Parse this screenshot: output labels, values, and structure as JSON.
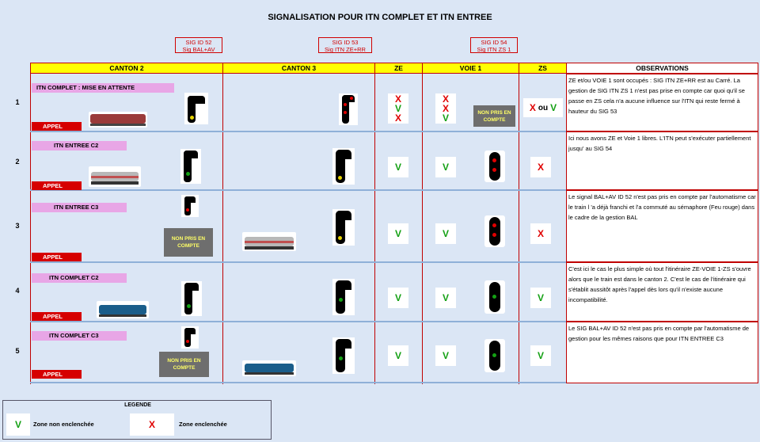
{
  "title": "SIGNALISATION POUR ITN COMPLET ET ITN ENTREE",
  "signal_ids": [
    {
      "line1": "SIG ID 52",
      "line2": "Sig BAL+AV"
    },
    {
      "line1": "SIG ID 53",
      "line2": "Sig ITN ZE+RR"
    },
    {
      "line1": "SIG ID 54",
      "line2": "Sig ITN ZS 1"
    }
  ],
  "headers": {
    "canton2": "CANTON 2",
    "canton3": "CANTON 3",
    "ze": "ZE",
    "voie1": "VOIE 1",
    "zs": "ZS",
    "observations": "OBSERVATIONS"
  },
  "colors": {
    "green": "#14a014",
    "red": "#e00000",
    "yellow": "#ffff00",
    "pink": "#e8a6e6",
    "appel": "#d60000"
  },
  "rows": [
    {
      "num": "1",
      "label": "ITN COMPLET : MISE EN ATTENTE",
      "appel": "APPEL",
      "ze": [
        "X",
        "V",
        "X"
      ],
      "voie": [
        "X",
        "X",
        "V"
      ],
      "zs_x": "X",
      "zs_ou": "ou",
      "zs_v": "V",
      "non_pris": "NON PRIS EN COMPTE",
      "obs": "ZE et/ou  VOIE 1 sont occupés : SIG ITN ZE+RR est au Carré. La gestion de SIG ITN ZS 1 n'est pas prise en compte car quoi qu'il se passe en ZS cela n'a aucune influence sur l'ITN qui reste fermé à hauteur du SIG 53"
    },
    {
      "num": "2",
      "label": "ITN ENTREE C2",
      "appel": "APPEL",
      "ze": "V",
      "voie": "V",
      "zs": "X",
      "obs": "Ici nous avons ZE et Voie 1 libres. L'ITN peut s'exécuter partiellement jusqu' au SIG 54"
    },
    {
      "num": "3",
      "label": "ITN ENTREE C3",
      "appel": "APPEL",
      "ze": "V",
      "voie": "V",
      "zs": "X",
      "non_pris": "NON PRIS EN COMPTE",
      "obs": "Le signal BAL+AV  ID 52 n'est pas pris en compte par l'automatisme car le train l 'a déjà franchi et l'a commuté au sémaphore (Feu rouge) dans le cadre de la gestion BAL"
    },
    {
      "num": "4",
      "label": "ITN COMPLET C2",
      "appel": "APPEL",
      "ze": "V",
      "voie": "V",
      "zs": "V",
      "obs": "C'est ici le cas le plus simple où tout l'itinéraire ZE-VOIE 1-ZS s'ouvre alors que le train est dans le canton 2. C'est le cas de l'itinéraire qui s'établit aussitôt après l'appel dès lors qu'il n'existe aucune incompatibilité."
    },
    {
      "num": "5",
      "label": "ITN COMPLET C3",
      "appel": "APPEL",
      "ze": "V",
      "voie": "V",
      "zs": "V",
      "non_pris": "NON PRIS EN COMPTE",
      "obs": "Le SIG BAL+AV ID 52  n'est pas pris en compte par l'automatisme de gestion pour les mêmes raisons  que pour ITN ENTREE C3"
    }
  ],
  "legend": {
    "title": "LEGENDE",
    "v_symbol": "V",
    "v_label": "Zone non enclenchée",
    "x_symbol": "X",
    "x_label": "Zone enclenchée"
  }
}
